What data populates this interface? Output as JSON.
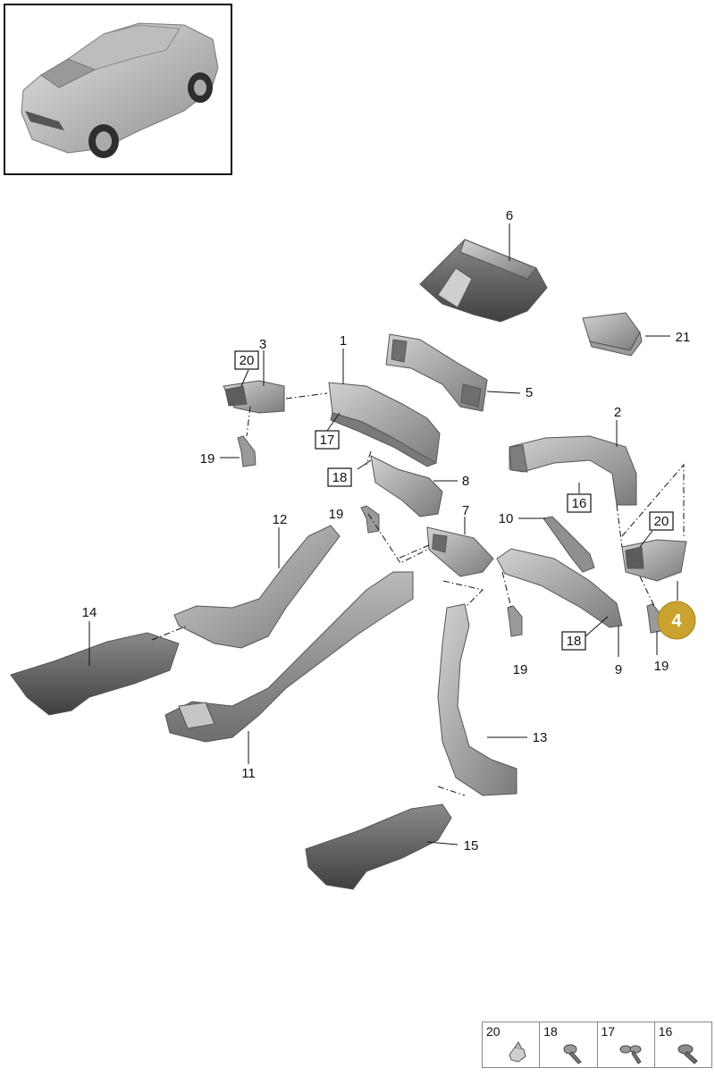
{
  "diagram": {
    "callouts": [
      {
        "id": "c6",
        "text": "6",
        "boxed": false
      },
      {
        "id": "c21",
        "text": "21",
        "boxed": false
      },
      {
        "id": "c3",
        "text": "3",
        "boxed": false
      },
      {
        "id": "c20a",
        "text": "20",
        "boxed": true
      },
      {
        "id": "c1",
        "text": "1",
        "boxed": false
      },
      {
        "id": "c5",
        "text": "5",
        "boxed": false
      },
      {
        "id": "c19a",
        "text": "19",
        "boxed": false
      },
      {
        "id": "c17",
        "text": "17",
        "boxed": true
      },
      {
        "id": "c2",
        "text": "2",
        "boxed": false
      },
      {
        "id": "c18a",
        "text": "18",
        "boxed": true
      },
      {
        "id": "c8",
        "text": "8",
        "boxed": false
      },
      {
        "id": "c16",
        "text": "16",
        "boxed": true
      },
      {
        "id": "c12",
        "text": "12",
        "boxed": false
      },
      {
        "id": "c19b",
        "text": "19",
        "boxed": false
      },
      {
        "id": "c7",
        "text": "7",
        "boxed": false
      },
      {
        "id": "c10",
        "text": "10",
        "boxed": false
      },
      {
        "id": "c20b",
        "text": "20",
        "boxed": true
      },
      {
        "id": "c14",
        "text": "14",
        "boxed": false
      },
      {
        "id": "c18b",
        "text": "18",
        "boxed": true
      },
      {
        "id": "c19c",
        "text": "19",
        "boxed": false
      },
      {
        "id": "c9",
        "text": "9",
        "boxed": false
      },
      {
        "id": "c19d",
        "text": "19",
        "boxed": false
      },
      {
        "id": "c13",
        "text": "13",
        "boxed": false
      },
      {
        "id": "c11",
        "text": "11",
        "boxed": false
      },
      {
        "id": "c15",
        "text": "15",
        "boxed": false
      }
    ],
    "highlight": {
      "text": "4",
      "color": "#c9a230"
    },
    "legend": [
      {
        "text": "20",
        "icon": "clip-nut-icon"
      },
      {
        "text": "18",
        "icon": "screw-icon"
      },
      {
        "text": "17",
        "icon": "bolt-washer-icon"
      },
      {
        "text": "16",
        "icon": "flange-screw-icon"
      }
    ]
  }
}
